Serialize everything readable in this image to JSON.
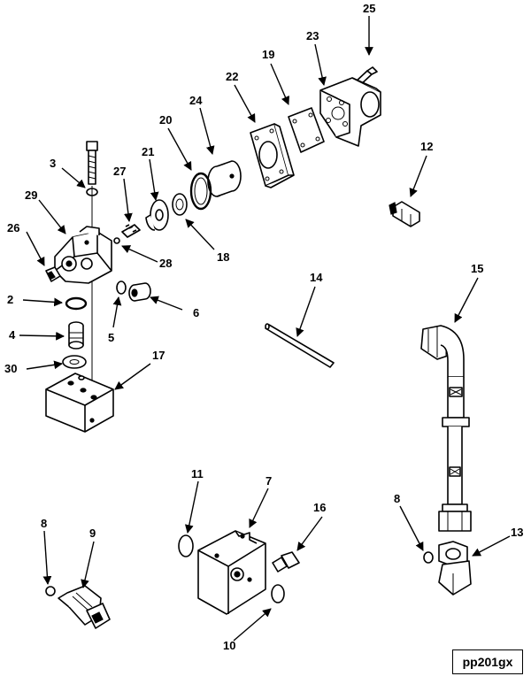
{
  "figure_code": "pp201gx",
  "callouts": [
    {
      "id": "c25",
      "label": "25"
    },
    {
      "id": "c23",
      "label": "23"
    },
    {
      "id": "c19",
      "label": "19"
    },
    {
      "id": "c22",
      "label": "22"
    },
    {
      "id": "c24",
      "label": "24"
    },
    {
      "id": "c20",
      "label": "20"
    },
    {
      "id": "c21",
      "label": "21"
    },
    {
      "id": "c27",
      "label": "27"
    },
    {
      "id": "c3",
      "label": "3"
    },
    {
      "id": "c29",
      "label": "29"
    },
    {
      "id": "c26",
      "label": "26"
    },
    {
      "id": "c28",
      "label": "28"
    },
    {
      "id": "c18",
      "label": "18"
    },
    {
      "id": "c12",
      "label": "12"
    },
    {
      "id": "c2",
      "label": "2"
    },
    {
      "id": "c6",
      "label": "6"
    },
    {
      "id": "c5",
      "label": "5"
    },
    {
      "id": "c4",
      "label": "4"
    },
    {
      "id": "c30",
      "label": "30"
    },
    {
      "id": "c17",
      "label": "17"
    },
    {
      "id": "c14",
      "label": "14"
    },
    {
      "id": "c15",
      "label": "15"
    },
    {
      "id": "c11",
      "label": "11"
    },
    {
      "id": "c7",
      "label": "7"
    },
    {
      "id": "c16",
      "label": "16"
    },
    {
      "id": "c8a",
      "label": "8"
    },
    {
      "id": "c9",
      "label": "9"
    },
    {
      "id": "c10",
      "label": "10"
    },
    {
      "id": "c8b",
      "label": "8"
    },
    {
      "id": "c13",
      "label": "13"
    }
  ]
}
